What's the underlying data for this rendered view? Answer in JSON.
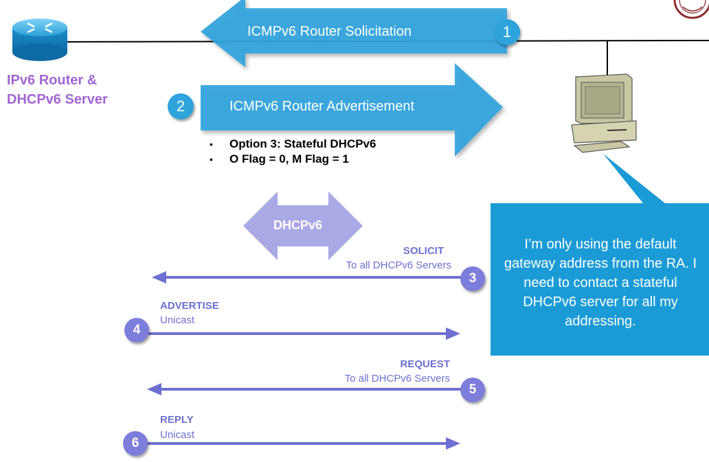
{
  "router": {
    "label_line1": "IPv6 Router &",
    "label_line2": "DHCPv6 Server",
    "icon": "router-icon"
  },
  "steps": {
    "rs": {
      "number": "1",
      "label": "ICMPv6 Router Solicitation"
    },
    "ra": {
      "number": "2",
      "label": "ICMPv6 Router Advertisement",
      "options": [
        "Option 3: Stateful DHCPv6",
        "O Flag = 0, M Flag = 1"
      ]
    }
  },
  "dhcp_label": "DHCPv6",
  "messages": [
    {
      "number": "3",
      "name": "SOLICIT",
      "sub": "To all DHCPv6 Servers",
      "direction": "to-router"
    },
    {
      "number": "4",
      "name": "ADVERTISE",
      "sub": "Unicast",
      "direction": "to-host"
    },
    {
      "number": "5",
      "name": "REQUEST",
      "sub": "To all DHCPv6 Servers",
      "direction": "to-router"
    },
    {
      "number": "6",
      "name": "REPLY",
      "sub": "Unicast",
      "direction": "to-host"
    }
  ],
  "host": {
    "icon": "desktop-computer-icon",
    "callout": "I’m only using the default gateway address from the RA. I need to contact a stateful DHCPv6 server for all my addressing."
  },
  "colors": {
    "banner_blue": "#2fa3dc",
    "router_label": "#a266d3",
    "dhcp_purple": "#7d7ddb",
    "dhcp_light": "#a9a9e6",
    "callout_blue": "#1b9bd6"
  },
  "logo": "university-seal"
}
